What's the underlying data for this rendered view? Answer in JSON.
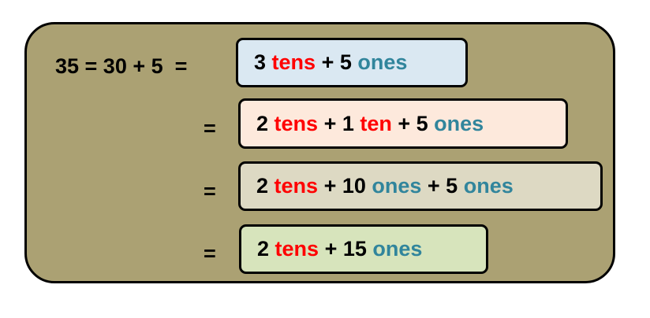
{
  "colors": {
    "panel": "#aba173",
    "tens": "#ff0000",
    "ones": "#31859c",
    "plain": "#000000"
  },
  "lhs": "35 = 30 + 5  =",
  "equals": "=",
  "rows": [
    {
      "bg": "#dae8f2",
      "segments": [
        {
          "text": "3 ",
          "kind": "plain"
        },
        {
          "text": "tens",
          "kind": "tens"
        },
        {
          "text": " + 5 ",
          "kind": "plain"
        },
        {
          "text": "ones",
          "kind": "ones"
        }
      ]
    },
    {
      "bg": "#fde9dc",
      "segments": [
        {
          "text": "2 ",
          "kind": "plain"
        },
        {
          "text": "tens",
          "kind": "tens"
        },
        {
          "text": " + 1 ",
          "kind": "plain"
        },
        {
          "text": "ten",
          "kind": "tens"
        },
        {
          "text": " + 5 ",
          "kind": "plain"
        },
        {
          "text": "ones",
          "kind": "ones"
        }
      ]
    },
    {
      "bg": "#ddd9c3",
      "segments": [
        {
          "text": "2 ",
          "kind": "plain"
        },
        {
          "text": "tens",
          "kind": "tens"
        },
        {
          "text": " + 10 ",
          "kind": "plain"
        },
        {
          "text": "ones",
          "kind": "ones"
        },
        {
          "text": " + 5 ",
          "kind": "plain"
        },
        {
          "text": "ones",
          "kind": "ones"
        }
      ]
    },
    {
      "bg": "#d7e4bc",
      "segments": [
        {
          "text": "2 ",
          "kind": "plain"
        },
        {
          "text": "tens",
          "kind": "tens"
        },
        {
          "text": " + 15 ",
          "kind": "plain"
        },
        {
          "text": "ones",
          "kind": "ones"
        }
      ]
    }
  ]
}
